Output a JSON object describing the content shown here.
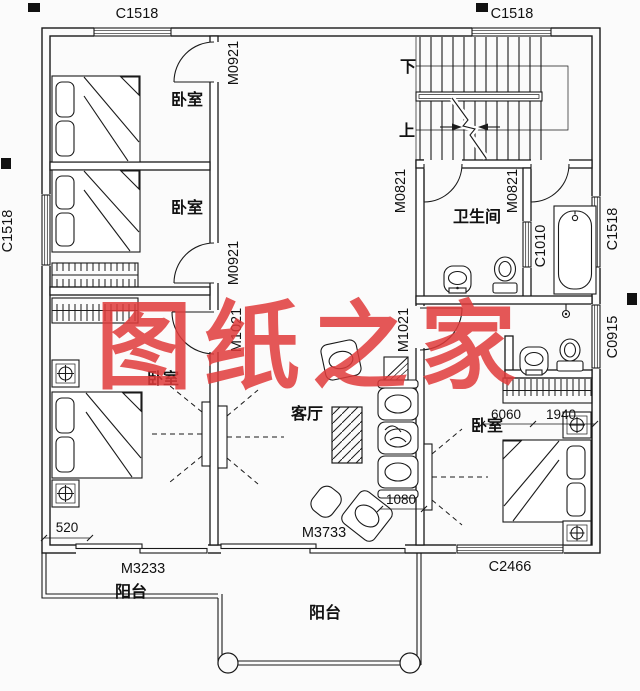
{
  "watermark": {
    "text": "图纸之家",
    "color": "#e13b3b"
  },
  "rooms": {
    "bedroom_top_left": "卧室",
    "bedroom_mid_left": "卧室",
    "bedroom_bottom_left": "卧室",
    "bedroom_bottom_right": "卧室",
    "living_room": "客厅",
    "bathroom": "卫生间",
    "balcony_small": "阳台",
    "balcony_main": "阳台"
  },
  "stairs": {
    "down_label": "下",
    "up_label": "上"
  },
  "windows": {
    "top_left": "C1518",
    "top_right": "C1518",
    "left": "C1518",
    "right_upper": "C1518",
    "bathroom_inner": "C1010",
    "right_lower": "C0915",
    "bottom": "C2466"
  },
  "doors": {
    "bedroom_top_left": "M0921",
    "bedroom_mid_left": "M0921",
    "bedroom_bottom_left": "M1021",
    "ensuite": "M1021",
    "bathroom_left": "M0821",
    "bathroom_right": "M0821",
    "balcony_bedroom": "M3233",
    "balcony_living": "M3733"
  },
  "dimensions": {
    "d520": "520",
    "d1080": "1080",
    "d6060": "6060",
    "d1940": "1940"
  }
}
